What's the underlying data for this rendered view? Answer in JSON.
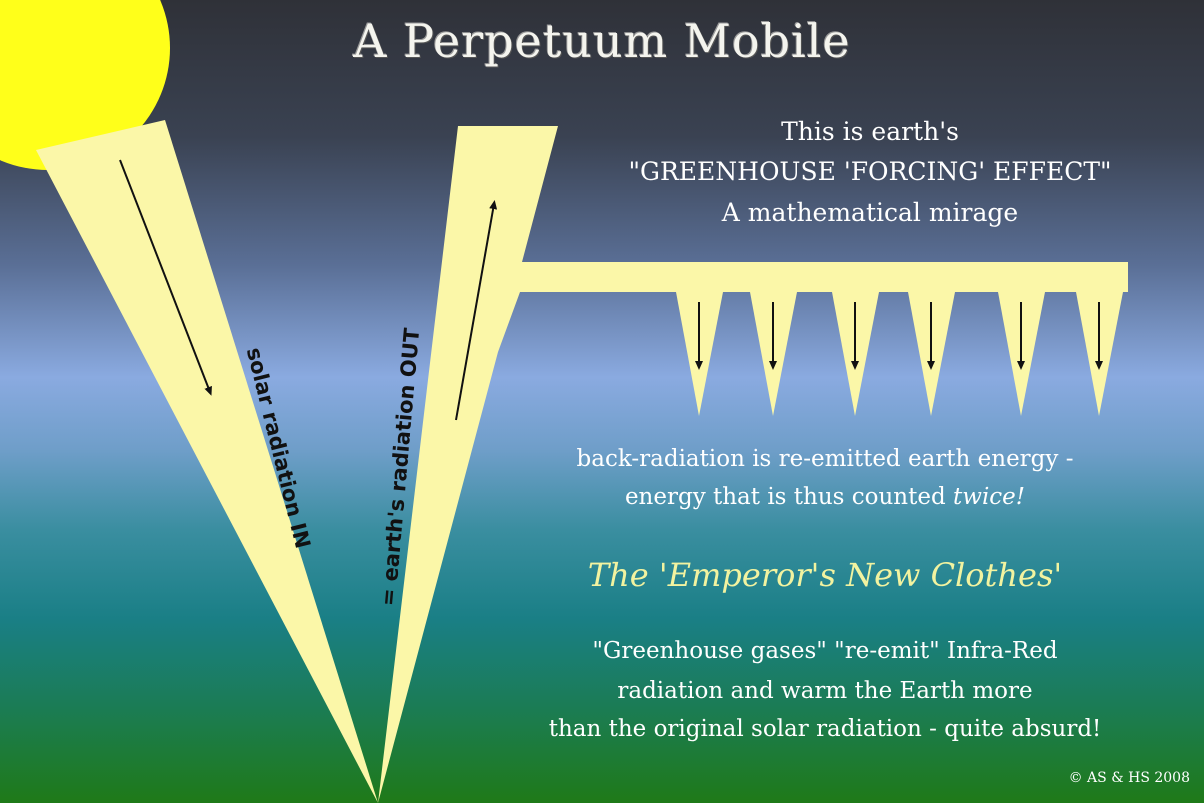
{
  "title": "A Perpetuum Mobile",
  "heading": {
    "line1": "This is earth's",
    "line2": "\"GREENHOUSE 'FORCING' EFFECT\"",
    "line3": "A mathematical mirage"
  },
  "beams": {
    "solar_label": "solar radiation IN",
    "earth_label": "= earth's radiation OUT"
  },
  "back_radiation": {
    "line1": "back-radiation is re-emitted earth energy -",
    "line2_prefix": "energy that is thus counted ",
    "line2_emphasis": "twice!"
  },
  "emperor": "The 'Emperor's New Clothes'",
  "conclusion": {
    "line1": "\"Greenhouse gases\"  \"re-emit\"  Infra-Red",
    "line2": "radiation and warm the Earth more",
    "line3": "than the original solar radiation - quite absurd!"
  },
  "copyright": "© AS & HS 2008",
  "colors": {
    "beam": "#fbf7a8",
    "sun": "#ffff1a",
    "sky_top": "#2f3138",
    "sky_mid": "#7f9fd9",
    "sea": "#1b7f86",
    "ground": "#1e7a1b"
  }
}
